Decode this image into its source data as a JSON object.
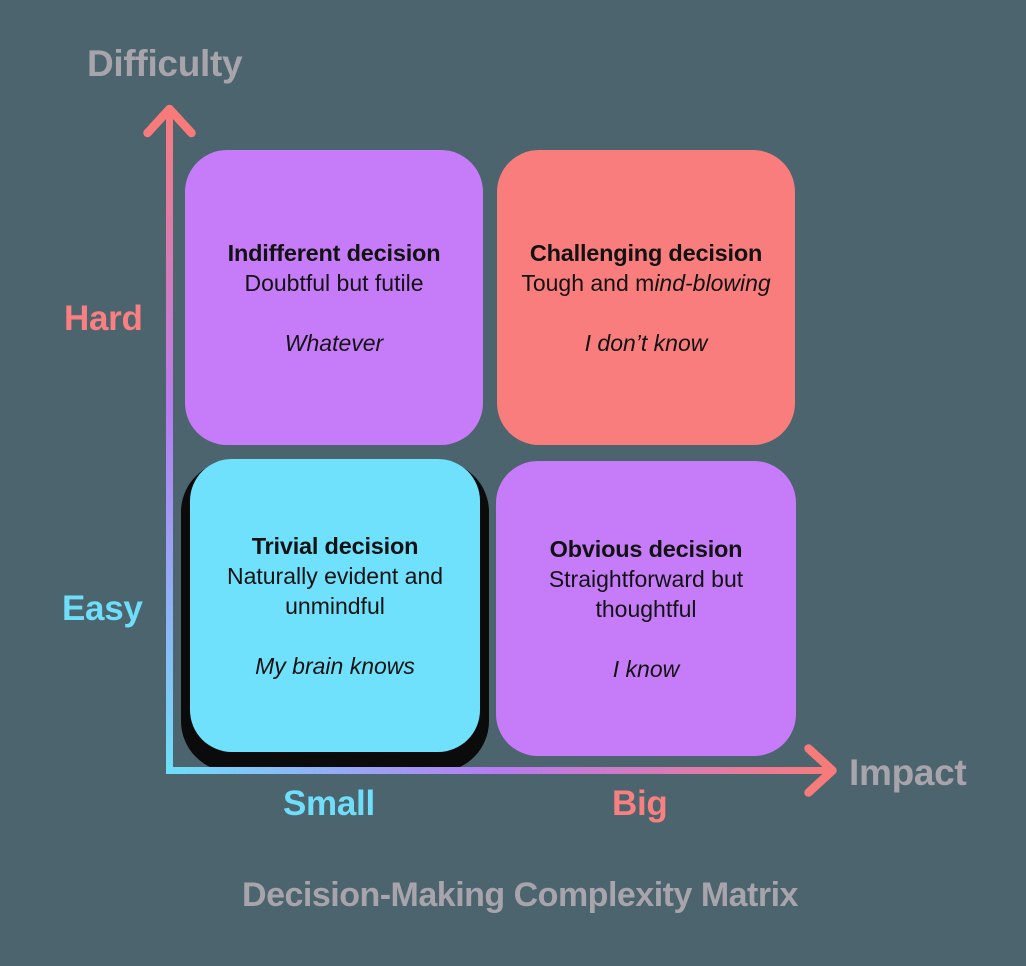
{
  "title": "Decision-Making Complexity Matrix",
  "axes": {
    "y": {
      "label": "Difficulty",
      "high_label": "Hard",
      "low_label": "Easy"
    },
    "x": {
      "label": "Impact",
      "low_label": "Small",
      "high_label": "Big"
    }
  },
  "quadrants": {
    "top_left": {
      "title": "Indifferent decision",
      "subtitle": "Doubtful but futile",
      "quote": "Whatever"
    },
    "top_right": {
      "title": "Challenging decision",
      "subtitle_regular": "Tough and m",
      "subtitle_italic": "ind-blowing",
      "quote": "I don’t know"
    },
    "bottom_left": {
      "title": "Trivial decision",
      "subtitle": "Naturally evident and unmindful",
      "quote": "My brain knows"
    },
    "bottom_right": {
      "title": "Obvious decision",
      "subtitle": "Straightforward but thoughtful",
      "quote": "I know"
    }
  },
  "icons": {
    "y_axis_arrow": "arrow-up-chevron",
    "x_axis_arrow": "arrow-right-chevron"
  },
  "colors": {
    "background": "#4c646e",
    "quadrant_purple": "#c67cf9",
    "quadrant_salmon": "#fa7d7d",
    "quadrant_cyan": "#6fe1fc",
    "label_gray": "#a8a4ac",
    "tick_salmon": "#f97f80",
    "tick_cyan": "#6fdefa",
    "box_text": "#121212",
    "shadow_black": "#0b0b0b",
    "axis_gradient_salmon": "#f87b7b",
    "axis_gradient_purple": "#b87bf2",
    "axis_gradient_cyan": "#6edff9"
  }
}
